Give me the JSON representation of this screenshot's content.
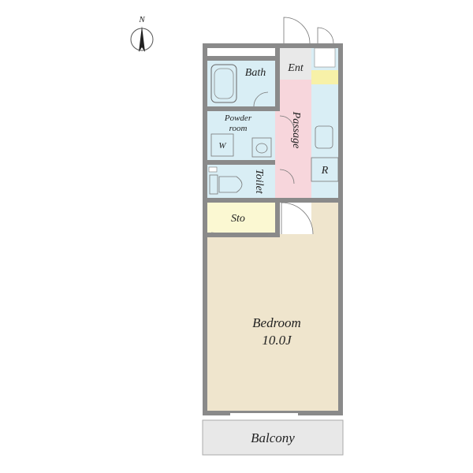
{
  "compass": {
    "label": "N"
  },
  "rooms": {
    "bath": "Bath",
    "entrance": "Ent",
    "powder_room_line1": "Powder",
    "powder_room_line2": "room",
    "washer": "W",
    "passage": "Passage",
    "refrigerator": "R",
    "toilet": "Toilet",
    "storage": "Sto",
    "bedroom": "Bedroom",
    "bedroom_size": "10.0J",
    "balcony": "Balcony"
  },
  "colors": {
    "wall": "#8a8a8a",
    "bedroom_floor": "#efe5cd",
    "wet_area": "#d9eef5",
    "passage": "#f7d6dc",
    "storage": "#fbf8d2",
    "entrance": "#e9e9e9",
    "balcony": "#e8e8e8",
    "shoe_box": "#f7f1a8"
  }
}
